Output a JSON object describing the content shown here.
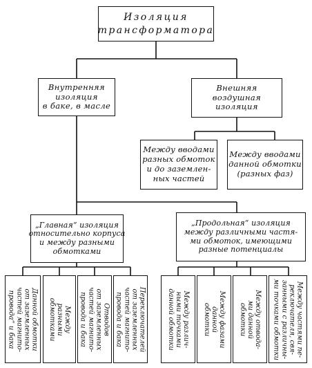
{
  "diagram": {
    "root": {
      "lines": [
        "Изоляция",
        "трансформатора"
      ]
    },
    "internal": {
      "lines": [
        "Внутренняя",
        "изоляция",
        "в баке, в масле"
      ]
    },
    "external": {
      "lines": [
        "Внешняя",
        "воздушная",
        "изоляция"
      ]
    },
    "ext_leaf_1": {
      "lines": [
        "Между вводами",
        "разных обмоток",
        "и до заземлен-",
        "ных частей"
      ]
    },
    "ext_leaf_2": {
      "lines": [
        "Между вводами",
        "данной обмотки",
        "(разных фаз)"
      ]
    },
    "main_insulation": {
      "lines": [
        "„Главная“ изоляция",
        "относительно корпуса",
        "и между разными",
        "обмотками"
      ]
    },
    "longitudinal_insulation": {
      "lines": [
        "„Продольная“ изоляция",
        "между различными частя-",
        "ми обмоток, имеющими",
        "разные потенциалы"
      ]
    },
    "leaves": [
      {
        "lines": [
          "Данной обмотки",
          "от заземленных",
          "частей магнито-",
          "провода“ и бака"
        ]
      },
      {
        "lines": [
          "Между",
          "разными",
          "обмотками"
        ]
      },
      {
        "lines": [
          "Отводов",
          "от заземленных",
          "частей магнито-",
          "провода и бака"
        ]
      },
      {
        "lines": [
          "Переключателей",
          "от заземленных",
          "частей магнито-",
          "провода и бака"
        ]
      },
      {
        "lines": [
          "Между различ-",
          "ными точками",
          "данной обмотки"
        ]
      },
      {
        "lines": [
          "Между фазами",
          "данной",
          "обмотки"
        ]
      },
      {
        "lines": [
          "Между отвода-",
          "ми данной",
          "обмотки"
        ]
      },
      {
        "lines": [
          "Между частями пе-",
          "реключателя, свя-",
          "занными с различны-",
          "ми точками обмотки"
        ]
      }
    ]
  }
}
